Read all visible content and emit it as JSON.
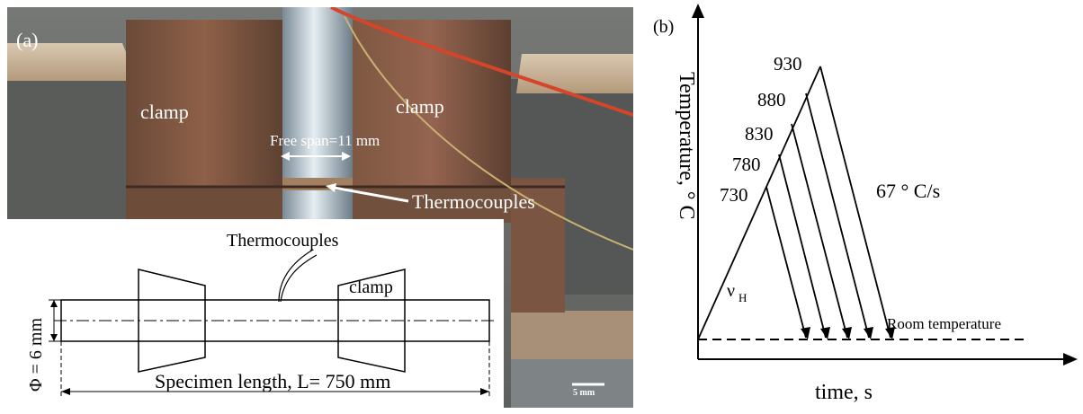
{
  "panel_a": {
    "label": "(a)",
    "photo": {
      "clamp_left_label": "clamp",
      "clamp_right_label": "clamp",
      "free_span_label": "Free span=11 mm",
      "thermocouples_label": "Thermocouples",
      "scale_bar_label": "5 mm"
    },
    "schematic": {
      "thermocouples_label": "Thermocouples",
      "clamp_label": "clamp",
      "diameter_label": "Φ = 6 mm",
      "specimen_length_label": "Specimen length, L= 750 mm"
    }
  },
  "panel_b": {
    "label": "(b)",
    "y_axis_label": "Temperature, ° C",
    "x_axis_label": "time, s",
    "heating_rate_label": "ν",
    "heating_rate_sub": "H",
    "cooling_rate_label": "67 °  C/s",
    "room_temp_label": "Room temperature",
    "peak_temperatures": [
      "730",
      "780",
      "830",
      "880",
      "930"
    ]
  },
  "colors": {
    "copper": "#8a5a3c",
    "clamp_dark": "#5a4032",
    "background_stone": "#6c6e6c",
    "steel": "#b8c4cc",
    "red_wire": "#d4452a",
    "yellow_wire": "#c8b070"
  }
}
